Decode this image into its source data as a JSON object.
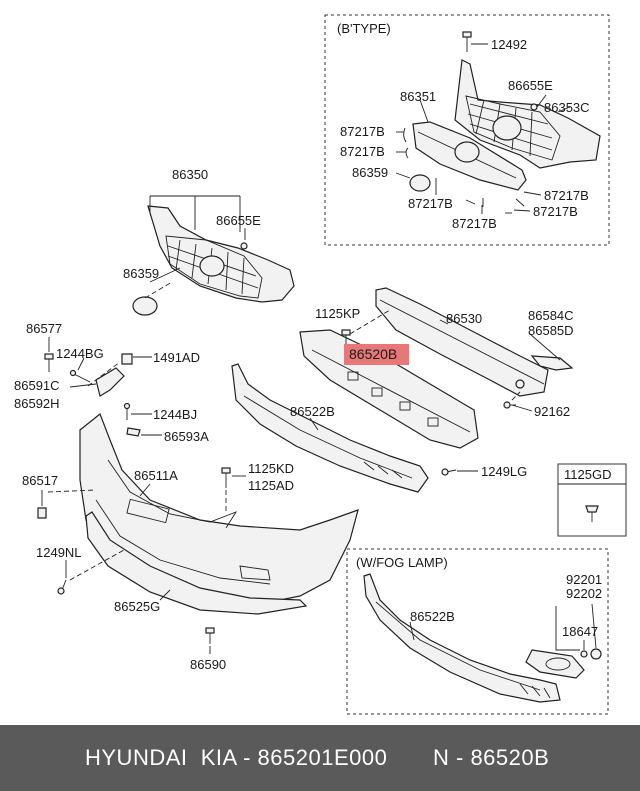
{
  "insets": {
    "btype_title": "(B'TYPE)",
    "foglamp_title": "(W/FOG LAMP)"
  },
  "labels": {
    "l12492": "12492",
    "l86655E_top": "86655E",
    "l86351": "86351",
    "l86353C": "86353C",
    "l87217B_1": "87217B",
    "l87217B_2": "87217B",
    "l86359_top": "86359",
    "l87217B_3": "87217B",
    "l87217B_4": "87217B",
    "l87217B_5": "87217B",
    "l87217B_6": "87217B",
    "l86350": "86350",
    "l86655E": "86655E",
    "l86359": "86359",
    "l1125KP": "1125KP",
    "l86530": "86530",
    "l86584C": "86584C",
    "l86585D": "86585D",
    "l86577": "86577",
    "l1244BG": "1244BG",
    "l1491AD": "1491AD",
    "l86520B": "86520B",
    "l86591C": "86591C",
    "l86592H": "86592H",
    "l1244BJ": "1244BJ",
    "l86522B": "86522B",
    "l92162": "92162",
    "l86593A": "86593A",
    "l86517": "86517",
    "l86511A": "86511A",
    "l1125KD": "1125KD",
    "l1125AD": "1125AD",
    "l1249LG": "1249LG",
    "l1125GD": "1125GD",
    "l1249NL": "1249NL",
    "l86522B_fog": "86522B",
    "l92201": "92201",
    "l92202": "92202",
    "l18647": "18647",
    "l86525G": "86525G",
    "l86590": "86590"
  },
  "highlight": {
    "label": "86520B",
    "color": "#e87777"
  },
  "footer": {
    "brand": "HYUNDAI  KIA - 865201E000",
    "ref": "N - 86520B",
    "background": "#5a5a5a"
  }
}
